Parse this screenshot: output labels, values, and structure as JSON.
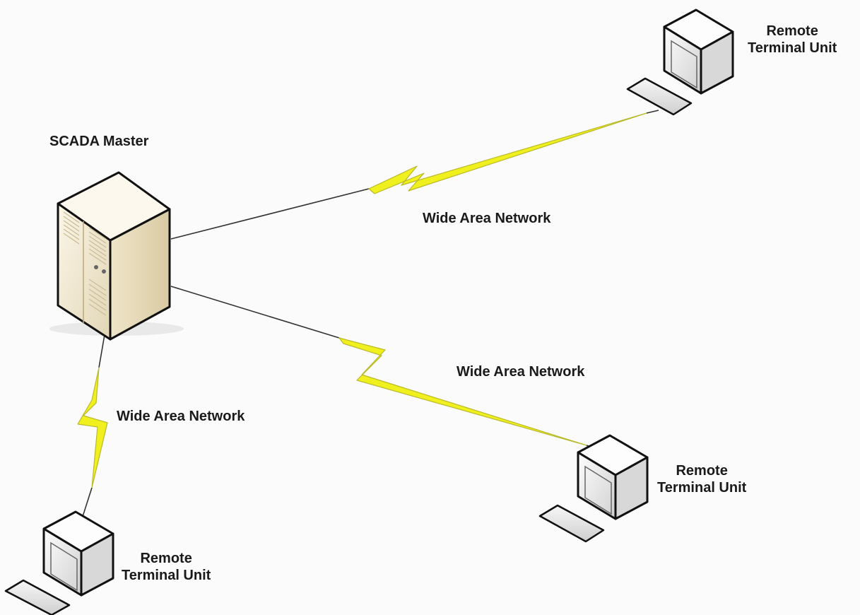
{
  "master": {
    "label": "SCADA Master"
  },
  "rtus": [
    {
      "line1": "Remote",
      "line2": "Terminal Unit"
    },
    {
      "line1": "Remote",
      "line2": "Terminal Unit"
    },
    {
      "line1": "Remote",
      "line2": "Terminal Unit"
    }
  ],
  "links": [
    {
      "label": "Wide Area Network"
    },
    {
      "label": "Wide Area Network"
    },
    {
      "label": "Wide Area Network"
    }
  ],
  "colors": {
    "background": "#fbfbfb",
    "lightning": "#f0f01e",
    "lightning_edge": "#b9b92a",
    "line": "#333333",
    "server_body": "#f3ecd9",
    "monitor_body": "#e8e8e8"
  }
}
